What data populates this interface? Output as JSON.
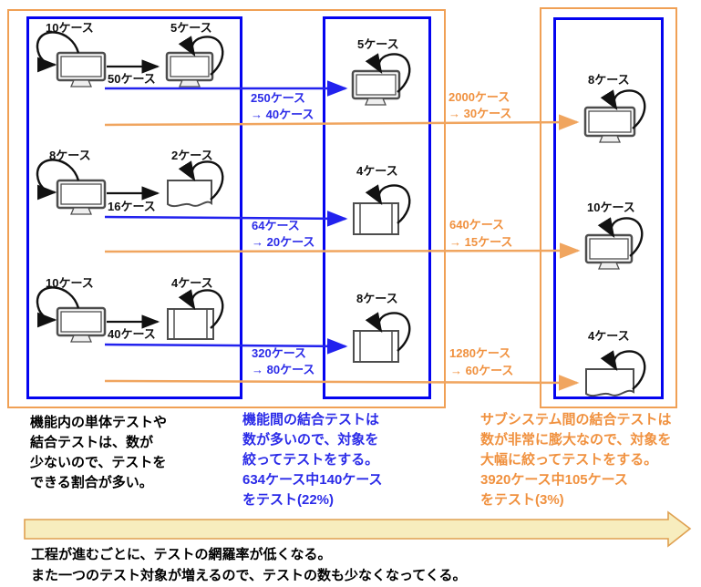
{
  "colors": {
    "box_blue": "#0404F0",
    "box_orange": "#F0A055",
    "arrow_blue": "#2222EE",
    "arrow_orange": "#F0A55F",
    "text_blue": "#2B2BE8",
    "text_orange": "#F0913F",
    "timeline_fill": "#F7EDBE",
    "timeline_stroke": "#DFA050"
  },
  "left_box": {
    "rows": [
      {
        "src_loop_label": "10ケース",
        "dst_loop_label": "5ケース",
        "edge_label": "50ケース"
      },
      {
        "src_loop_label": "8ケース",
        "dst_loop_label": "2ケース",
        "edge_label": "16ケース"
      },
      {
        "src_loop_label": "10ケース",
        "dst_loop_label": "4ケース",
        "edge_label": "40ケース"
      }
    ],
    "caption_lines": [
      "機能内の単体テストや",
      "結合テストは、数が",
      "少ないので、テストを",
      "できる割合が多い。"
    ]
  },
  "middle_box": {
    "rows": [
      {
        "loop_label": "5ケース",
        "arrow_label_line1": "250ケース",
        "arrow_label_line2": "→ 40ケース"
      },
      {
        "loop_label": "4ケース",
        "arrow_label_line1": "64ケース",
        "arrow_label_line2": "→ 20ケース"
      },
      {
        "loop_label": "8ケース",
        "arrow_label_line1": "320ケース",
        "arrow_label_line2": "→ 80ケース"
      }
    ],
    "caption_lines": [
      "機能間の結合テストは",
      "数が多いので、対象を",
      "絞ってテストをする。",
      "634ケース中140ケース",
      "をテスト(22%)"
    ]
  },
  "right_box": {
    "rows": [
      {
        "loop_label": "8ケース",
        "arrow_label_line1": "2000ケース",
        "arrow_label_line2": "→ 30ケース"
      },
      {
        "loop_label": "10ケース",
        "arrow_label_line1": "640ケース",
        "arrow_label_line2": "→ 15ケース"
      },
      {
        "loop_label": "4ケース",
        "arrow_label_line1": "1280ケース",
        "arrow_label_line2": "→ 60ケース"
      }
    ],
    "caption_lines": [
      "サブシステム間の結合テストは",
      "数が非常に膨大なので、対象を",
      "大幅に絞ってテストをする。",
      "3920ケース中105ケース",
      "をテスト(3%)"
    ]
  },
  "footer": {
    "lines": [
      "工程が進むごとに、テストの網羅率が低くなる。",
      "また一つのテスト対象が増えるので、テストの数も少なくなってくる。"
    ]
  }
}
